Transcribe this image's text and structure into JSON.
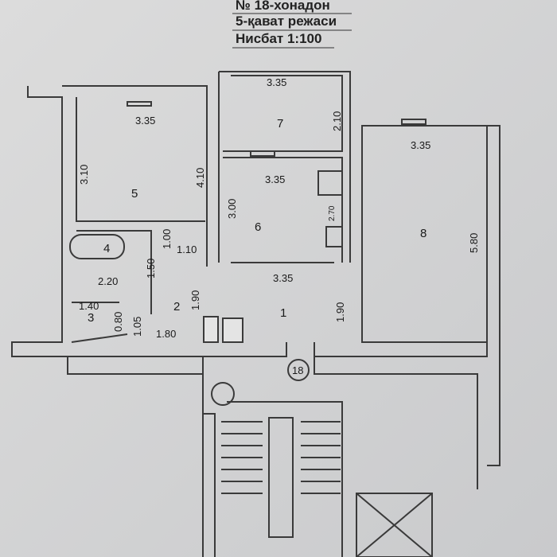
{
  "header": {
    "line1": "№ 18-хонадон",
    "line2": "5-қават режаси",
    "line3": "Нисбат 1:100"
  },
  "apartment_number": "18",
  "rooms": {
    "r1": "1",
    "r2": "2",
    "r3": "3",
    "r4": "4",
    "r5": "5",
    "r6": "6",
    "r7": "7",
    "r8": "8"
  },
  "dims": {
    "r5_w": "3.35",
    "r5_h": "3.10",
    "r5_h2": "4.10",
    "r7_w": "3.35",
    "r7_h": "2.10",
    "r6_w": "3.35",
    "r6_h": "3.00",
    "r6_h2": "2.70",
    "r1_w": "3.35",
    "r8_w": "3.35",
    "r8_h": "5.80",
    "r4_w": "2.20",
    "r4_h": "1.50",
    "d1": "1.00",
    "d2": "1.10",
    "r3_w": "1.40",
    "r3_h": "0.80",
    "d3": "1.05",
    "r2_w": "1.80",
    "r2_h": "1.90",
    "r1_h": "1.90"
  }
}
